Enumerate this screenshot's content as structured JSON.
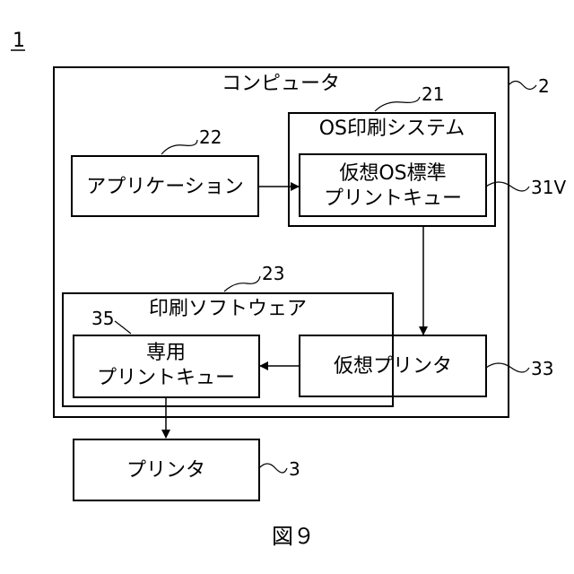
{
  "figure_number": "1",
  "caption": "図９",
  "computer": {
    "label": "コンピュータ",
    "ref": "2"
  },
  "os_print_system": {
    "label": "OS印刷システム",
    "ref": "21"
  },
  "virtual_os_queue": {
    "line1": "仮想OS標準",
    "line2": "プリントキュー",
    "ref": "31V"
  },
  "application": {
    "label": "アプリケーション",
    "ref": "22"
  },
  "print_software": {
    "label": "印刷ソフトウェア",
    "ref": "23"
  },
  "dedicated_queue": {
    "line1": "専用",
    "line2": "プリントキュー",
    "ref": "35"
  },
  "virtual_printer": {
    "label": "仮想プリンタ",
    "ref": "33"
  },
  "printer": {
    "label": "プリンタ",
    "ref": "3"
  }
}
